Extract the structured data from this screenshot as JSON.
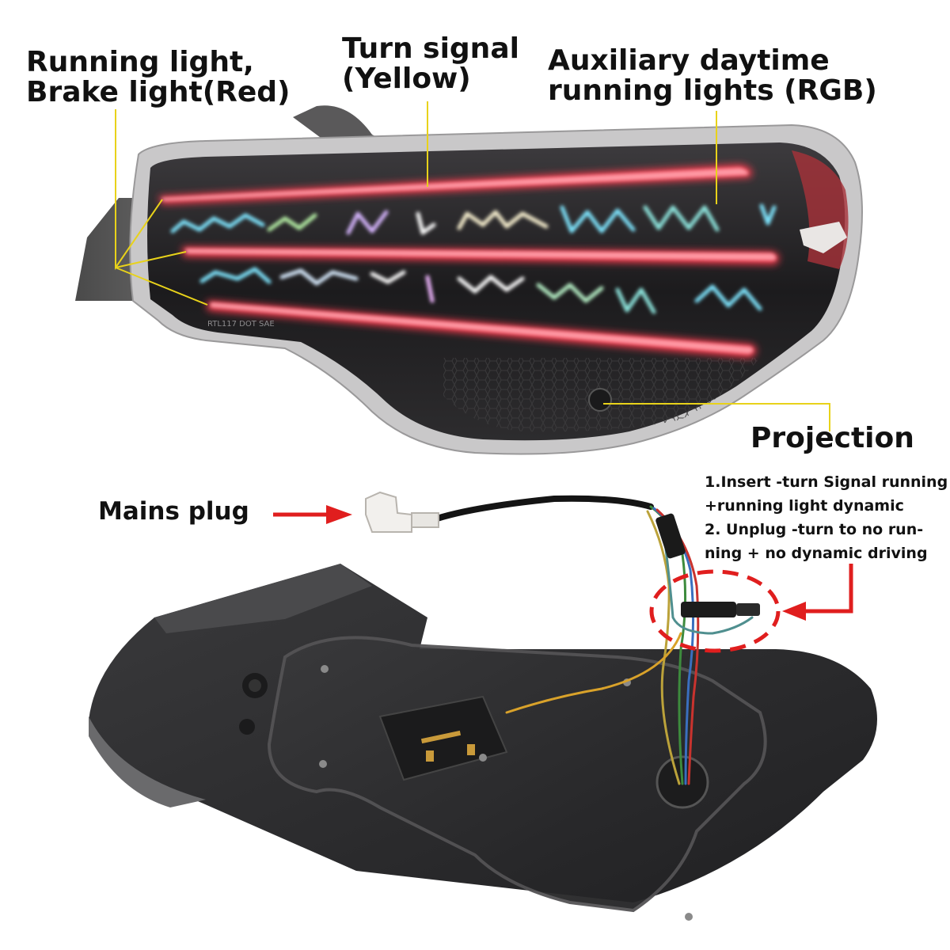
{
  "labels": {
    "running_light": [
      "Running light,",
      "Brake light(Red)"
    ],
    "turn_signal": [
      "Turn signal",
      "(Yellow)"
    ],
    "auxiliary": [
      "Auxiliary daytime",
      "running lights (RGB)"
    ],
    "projection": "Projection",
    "mains_plug": "Mains plug",
    "instructions": [
      "1.Insert -turn Signal running",
      "+running light dynamic",
      "2. Unplug -turn to no run-",
      "ning + no dynamic driving"
    ]
  },
  "lens_marking": "RTL117 DOT SAE",
  "colors": {
    "red_led": "#ff3b4e",
    "rgb_led": "#7fe6ff",
    "callout_line": "#e8d21a",
    "arrow": "#e01e1e",
    "housing": "#2a2a2c",
    "gasket": "#3b3a3c"
  },
  "icons": [
    "callout-line",
    "red-arrow",
    "dashed-circle-highlight"
  ]
}
